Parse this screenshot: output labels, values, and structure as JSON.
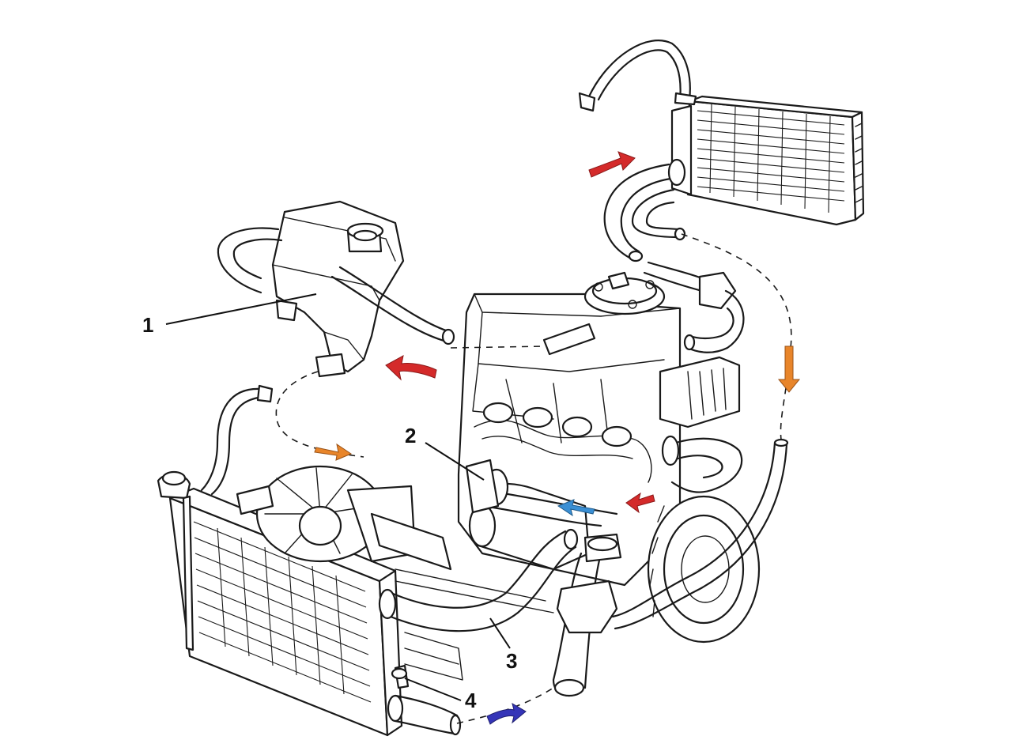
{
  "callouts": [
    {
      "id": "1",
      "text": "1"
    },
    {
      "id": "2",
      "text": "2"
    },
    {
      "id": "3",
      "text": "3"
    },
    {
      "id": "4",
      "text": "4"
    }
  ],
  "colors": {
    "hot_flow": "#d42a2a",
    "warm_flow": "#e8852a",
    "cool_flow": "#3a8fd4",
    "cold_flow": "#3535b8",
    "line": "#1a1a1a"
  },
  "flow_arrows": [
    {
      "name": "arrow-to-heater",
      "color_key": "hot_flow"
    },
    {
      "name": "arrow-to-expansion-tank",
      "color_key": "hot_flow"
    },
    {
      "name": "arrow-heater-return",
      "color_key": "warm_flow"
    },
    {
      "name": "arrow-tank-return",
      "color_key": "warm_flow"
    },
    {
      "name": "arrow-engine-inlet-blue",
      "color_key": "cool_flow"
    },
    {
      "name": "arrow-engine-inlet-red",
      "color_key": "hot_flow"
    },
    {
      "name": "arrow-radiator-outlet",
      "color_key": "cold_flow"
    }
  ]
}
